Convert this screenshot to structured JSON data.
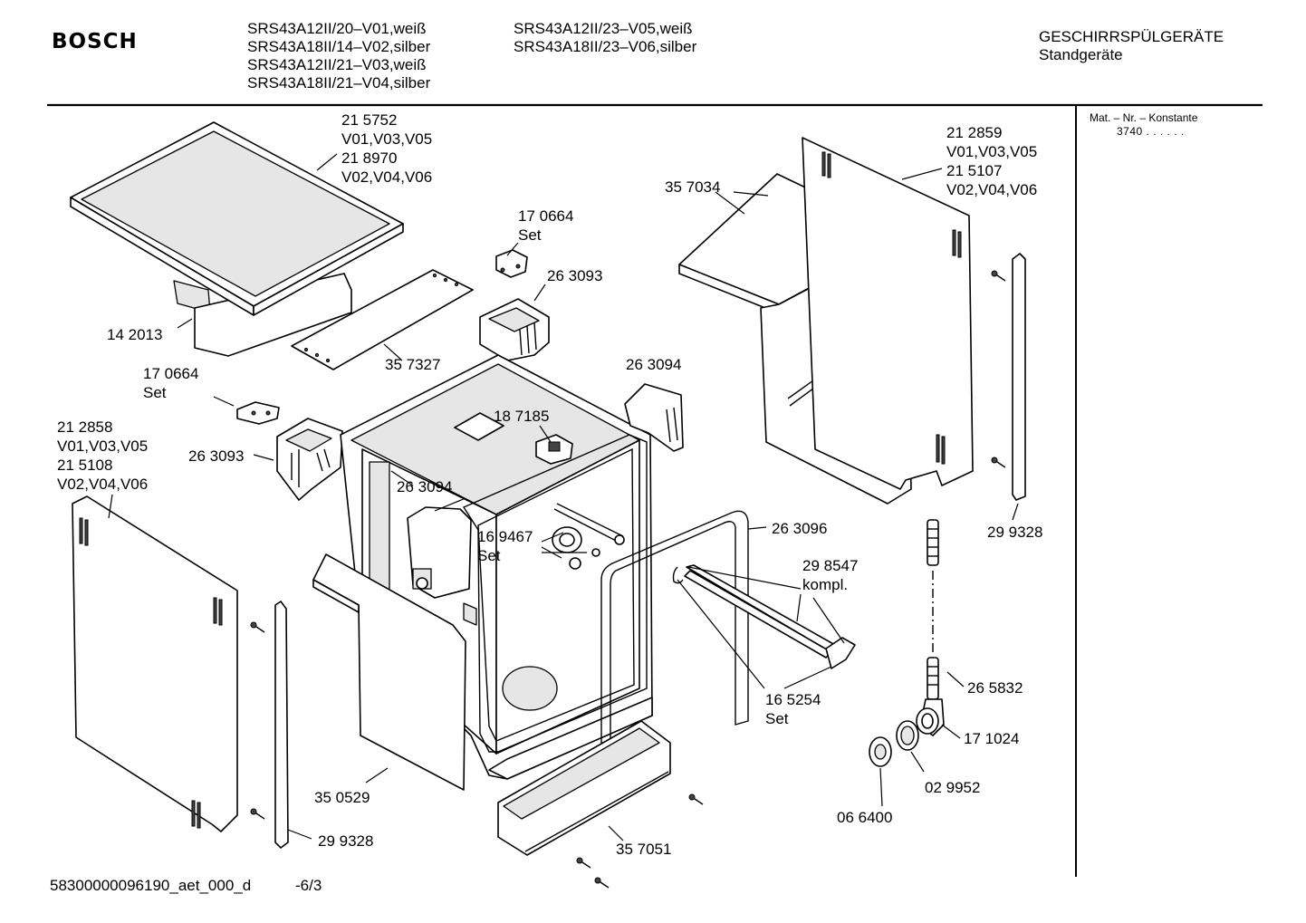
{
  "header": {
    "brand": "BOSCH",
    "models_col1": [
      "SRS43A12II/20–V01,weiß",
      "SRS43A18II/14–V02,silber",
      "SRS43A12II/21–V03,weiß",
      "SRS43A18II/21–V04,silber"
    ],
    "models_col2": [
      "SRS43A12II/23–V05,weiß",
      "SRS43A18II/23–V06,silber"
    ],
    "category": "GESCHIRRSPÜLGERÄTE",
    "subcategory": "Standgeräte"
  },
  "sidebar": {
    "heading": "Mat. – Nr. – Konstante",
    "value": "3740  .  .  .  .  .  ."
  },
  "parts": [
    {
      "id": "top-cover",
      "lines": [
        "21 5752",
        "V01,V03,V05",
        "21 8970",
        "V02,V04,V06"
      ]
    },
    {
      "id": "hinge-top",
      "lines": [
        "17 0664",
        "Set"
      ]
    },
    {
      "id": "bracket-top",
      "lines": [
        "26 3093"
      ]
    },
    {
      "id": "strip",
      "lines": [
        "35 7327"
      ]
    },
    {
      "id": "support",
      "lines": [
        "14 2013"
      ]
    },
    {
      "id": "hinge-left",
      "lines": [
        "17 0664",
        "Set"
      ]
    },
    {
      "id": "bracket-right",
      "lines": [
        "26 3094"
      ]
    },
    {
      "id": "rear-insulation",
      "lines": [
        "35 7034"
      ]
    },
    {
      "id": "side-panel-right",
      "lines": [
        "21 2859",
        "V01,V03,V05",
        "21 5107",
        "V02,V04,V06"
      ]
    },
    {
      "id": "side-panel-left",
      "lines": [
        "21 2858",
        "V01,V03,V05",
        "21 5108",
        "V02,V04,V06"
      ]
    },
    {
      "id": "bracket-left",
      "lines": [
        "26 3093"
      ]
    },
    {
      "id": "latch",
      "lines": [
        "18 7185"
      ]
    },
    {
      "id": "bracket-center",
      "lines": [
        "26 3094"
      ]
    },
    {
      "id": "seal-kit",
      "lines": [
        "16 9467",
        "Set"
      ]
    },
    {
      "id": "door-seal",
      "lines": [
        "26 3096"
      ]
    },
    {
      "id": "strut",
      "lines": [
        "29 8547",
        "kompl."
      ]
    },
    {
      "id": "strip-right",
      "lines": [
        "29 9328"
      ]
    },
    {
      "id": "hose",
      "lines": [
        "26 5832"
      ]
    },
    {
      "id": "clip-set",
      "lines": [
        "16 5254",
        "Set"
      ]
    },
    {
      "id": "connector",
      "lines": [
        "17 1024"
      ]
    },
    {
      "id": "ring",
      "lines": [
        "02 9952"
      ]
    },
    {
      "id": "cap",
      "lines": [
        "06 6400"
      ]
    },
    {
      "id": "front-panel",
      "lines": [
        "35 0529"
      ]
    },
    {
      "id": "base-plate",
      "lines": [
        "35 7051"
      ]
    },
    {
      "id": "strip-left",
      "lines": [
        "29 9328"
      ]
    }
  ],
  "footer": {
    "doc_id": "58300000096190_aet_000_d",
    "page": "-6/3"
  }
}
